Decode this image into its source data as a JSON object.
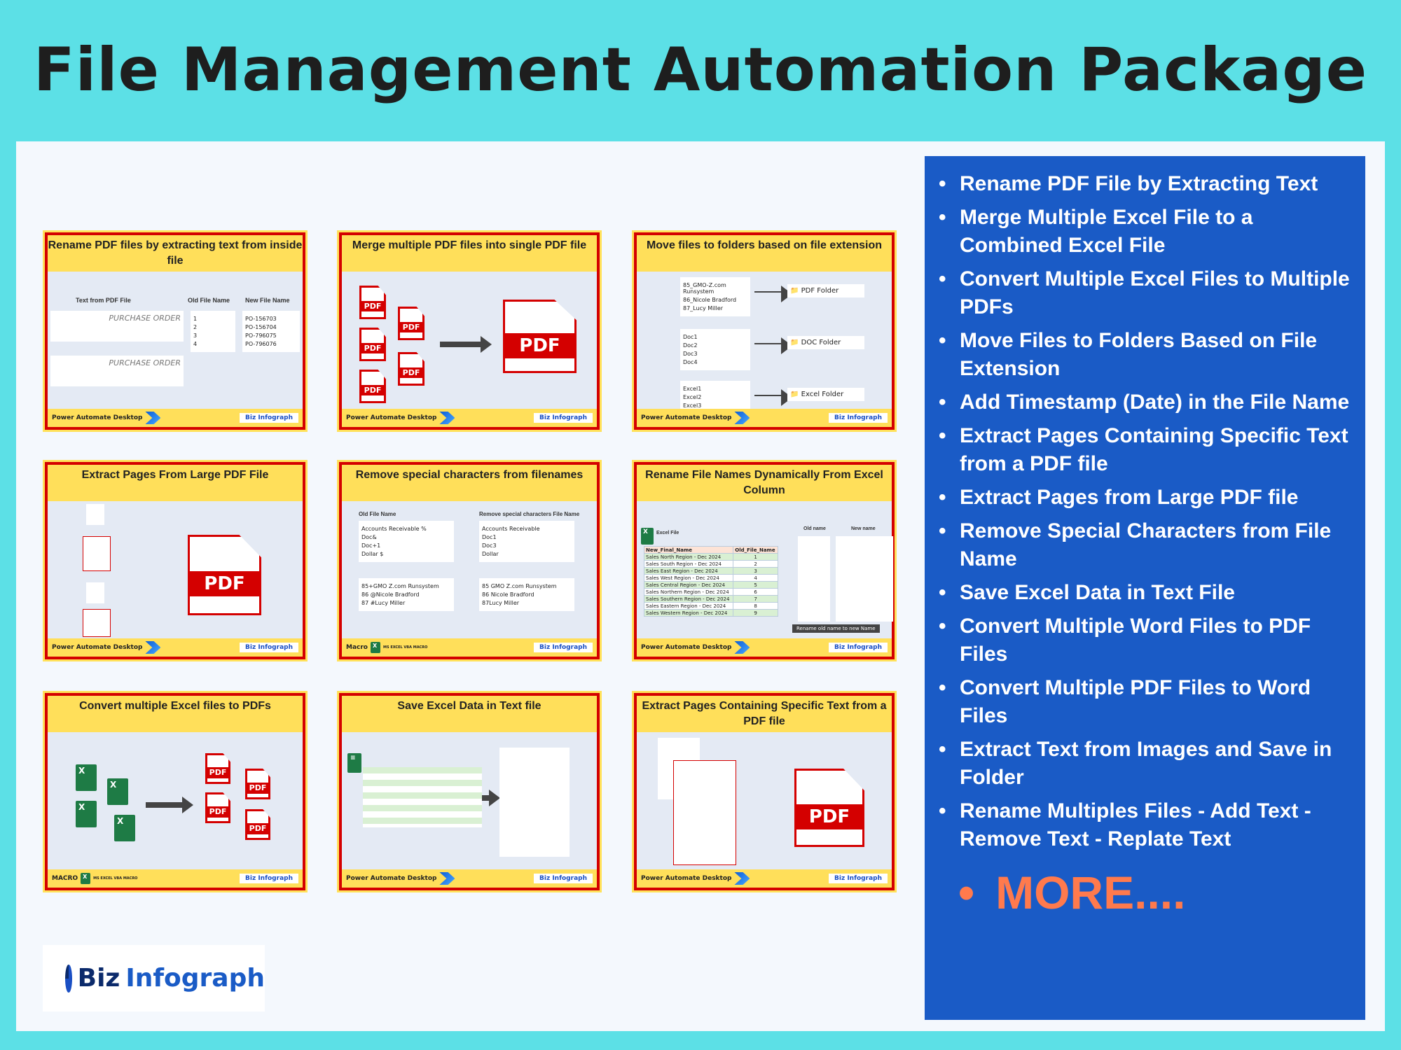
{
  "title": "File Management Automation Package",
  "colors": {
    "background": "#5ce0e6",
    "card_header": "#ffdf5a",
    "card_border": "#d40000",
    "list_panel": "#1a5bc6",
    "more": "#ff7a4d"
  },
  "cards": [
    {
      "title": "Rename PDF files by extracting text from inside file",
      "footer": "Power Automate Desktop",
      "col1": "Text from PDF File",
      "col2": "Old File Name",
      "col3": "New File Name",
      "doc_heading": "PURCHASE ORDER",
      "old_names": [
        "1",
        "2",
        "3",
        "4"
      ],
      "new_names": [
        "PO-156703",
        "PO-156704",
        "PO-796075",
        "PO-796076"
      ]
    },
    {
      "title": "Merge multiple PDF files into single PDF file",
      "footer": "Power Automate Desktop",
      "icon_label": "PDF"
    },
    {
      "title": "Move files to folders based on file extension",
      "footer": "Power Automate Desktop",
      "groups": [
        {
          "files": [
            "85_GMO-Z.com Runsystem",
            "86_Nicole Bradford",
            "87_Lucy Miller"
          ],
          "folder": "PDF Folder"
        },
        {
          "files": [
            "Doc1",
            "Doc2",
            "Doc3",
            "Doc4"
          ],
          "folder": "DOC Folder"
        },
        {
          "files": [
            "Excel1",
            "Excel2",
            "Excel3"
          ],
          "folder": "Excel Folder"
        }
      ]
    },
    {
      "title": "Extract Pages From Large PDF File",
      "footer": "Power Automate Desktop",
      "icon_label": "PDF"
    },
    {
      "title": "Remove special characters from filenames",
      "footer": "Macro",
      "footer_badge": "MS EXCEL VBA MACRO",
      "col1": "Old File Name",
      "col2": "Remove special characters File Name",
      "old_a": [
        "Accounts Receivable %",
        "Doc&",
        "Doc+1",
        "Dollar $"
      ],
      "new_a": [
        "Accounts Receivable",
        "Doc1",
        "Doc3",
        "Dollar"
      ],
      "old_b": [
        "85+GMO Z.com Runsystem",
        "86 @Nicole Bradford",
        "87 #Lucy Miller"
      ],
      "new_b": [
        "85 GMO Z.com Runsystem",
        "86 Nicole Bradford",
        "87Lucy Miller"
      ]
    },
    {
      "title": "Rename File Names Dynamically From Excel Column",
      "footer": "Power Automate Desktop",
      "excel_label": "Excel File",
      "old_label": "Old name",
      "new_label": "New name",
      "arrow_text": "Rename old name to new Name",
      "headers": [
        "New_Final_Name",
        "Old_File_Name"
      ],
      "rows": [
        [
          "Sales North Region - Dec 2024",
          "1"
        ],
        [
          "Sales South Region - Dec 2024",
          "2"
        ],
        [
          "Sales East Region - Dec 2024",
          "3"
        ],
        [
          "Sales West Region - Dec 2024",
          "4"
        ],
        [
          "Sales Central Region - Dec 2024",
          "5"
        ],
        [
          "Sales Northern Region - Dec 2024",
          "6"
        ],
        [
          "Sales Southern Region - Dec 2024",
          "7"
        ],
        [
          "Sales Eastern Region - Dec 2024",
          "8"
        ],
        [
          "Sales Western Region - Dec 2024",
          "9"
        ]
      ]
    },
    {
      "title": "Convert multiple Excel files to PDFs",
      "footer": "MACRO",
      "footer_badge": "MS EXCEL VBA MACRO",
      "icon_label": "PDF"
    },
    {
      "title": "Save Excel Data in Text file",
      "footer": "Power Automate Desktop"
    },
    {
      "title": "Extract Pages Containing Specific Text from a PDF file",
      "footer": "Power Automate Desktop",
      "icon_label": "PDF"
    }
  ],
  "card_brand": "Biz Infograph",
  "features": [
    "Rename PDF File by Extracting Text",
    "Merge Multiple Excel File to a Combined Excel File",
    "Convert Multiple Excel Files to Multiple PDFs",
    "Move Files to Folders Based on File Extension",
    "Add Timestamp (Date) in the File Name",
    "Extract Pages Containing Specific Text from a PDF file",
    "Extract Pages from Large PDF file",
    "Remove Special Characters from File Name",
    "Save Excel Data in Text File",
    "Convert Multiple Word Files to PDF Files",
    "Convert Multiple PDF Files to Word Files",
    "Extract Text from Images and Save in Folder",
    "Rename Multiples Files - Add Text - Remove Text - Replate Text"
  ],
  "more": "MORE....",
  "logo": {
    "word1": "Biz",
    "word2": "Infograph"
  }
}
